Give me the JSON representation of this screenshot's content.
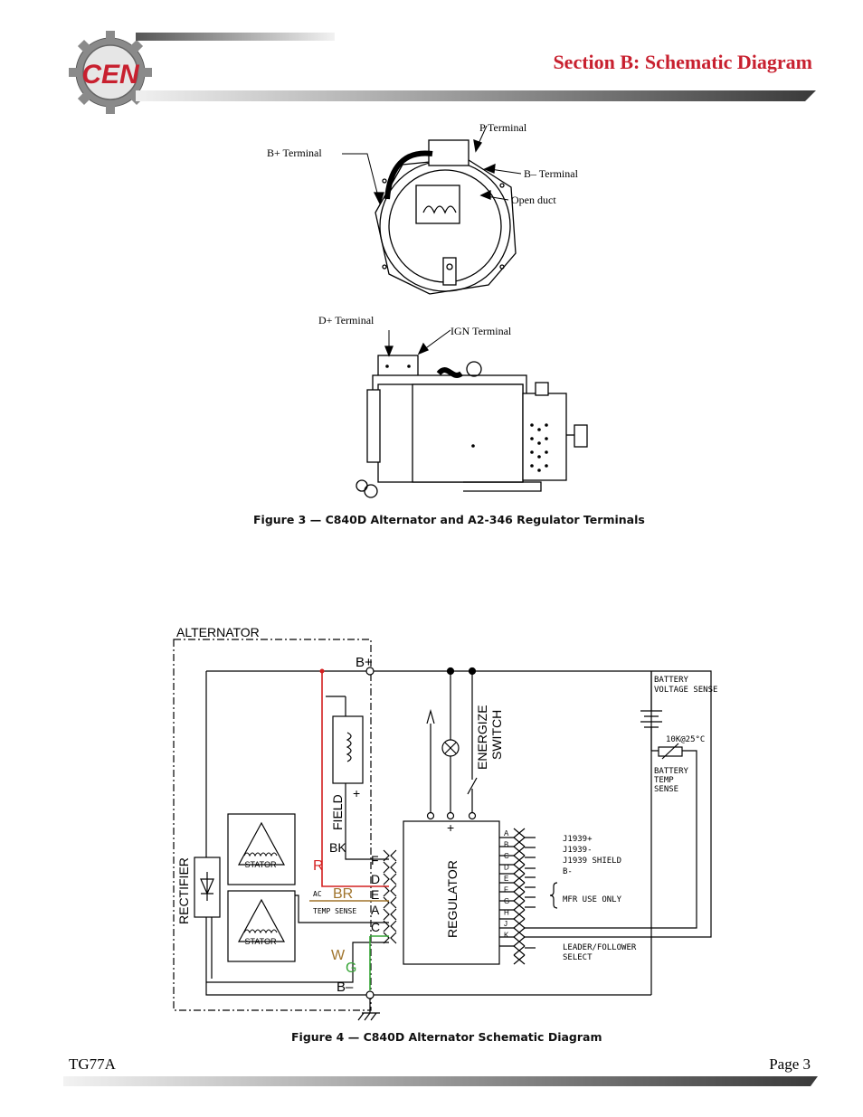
{
  "header": {
    "section_title": "Section B: Schematic Diagram",
    "logo_letters": "CEN",
    "accent_color": "#c8202f"
  },
  "figure3": {
    "labels": {
      "p_terminal": "P Terminal",
      "b_plus_terminal": "B+ Terminal",
      "b_minus_terminal": "B– Terminal",
      "open_duct": "Open duct",
      "d_plus_terminal": "D+ Terminal",
      "ign_terminal": "IGN Terminal"
    },
    "caption": "Figure 3 — C840D Alternator and A2-346 Regulator Terminals"
  },
  "figure4": {
    "labels": {
      "alternator": "ALTERNATOR",
      "b_plus": "B+",
      "b_minus": "B–",
      "rectifier": "RECTIFIER",
      "stator": "STATOR",
      "field": "FIELD",
      "field_plus": "+",
      "energize_switch_1": "ENERGIZE",
      "energize_switch_2": "SWITCH",
      "regulator": "REGULATOR",
      "regulator_plus": "+",
      "bk": "BK",
      "r": "R",
      "br": "BR",
      "w": "W",
      "g": "G",
      "ac": "AC",
      "temp_sense": "TEMP SENSE",
      "battery_voltage_sense_1": "BATTERY",
      "battery_voltage_sense_2": "VOLTAGE SENSE",
      "thermistor": "10K@25°C",
      "battery_temp_sense_1": "BATTERY",
      "battery_temp_sense_2": "TEMP",
      "battery_temp_sense_3": "SENSE",
      "j1939_plus": "J1939+",
      "j1939_minus": "J1939-",
      "j1939_shield": "J1939 SHIELD",
      "b_minus_out": "B-",
      "mfr_use_only": "MFR USE ONLY",
      "leader_follower_1": "LEADER/FOLLOWER",
      "leader_follower_2": "SELECT"
    },
    "left_pins": [
      "F",
      "D",
      "E",
      "A",
      "C"
    ],
    "right_pins": [
      "A",
      "B",
      "C",
      "D",
      "E",
      "F",
      "G",
      "H",
      "J",
      "K"
    ],
    "caption": "Figure 4 — C840D Alternator Schematic Diagram"
  },
  "footer": {
    "doc_id": "TG77A",
    "page": "Page 3"
  },
  "colors": {
    "red_wire": "#d42020",
    "brown_wire": "#a0742c",
    "green_wire": "#38a638",
    "black": "#000000"
  }
}
